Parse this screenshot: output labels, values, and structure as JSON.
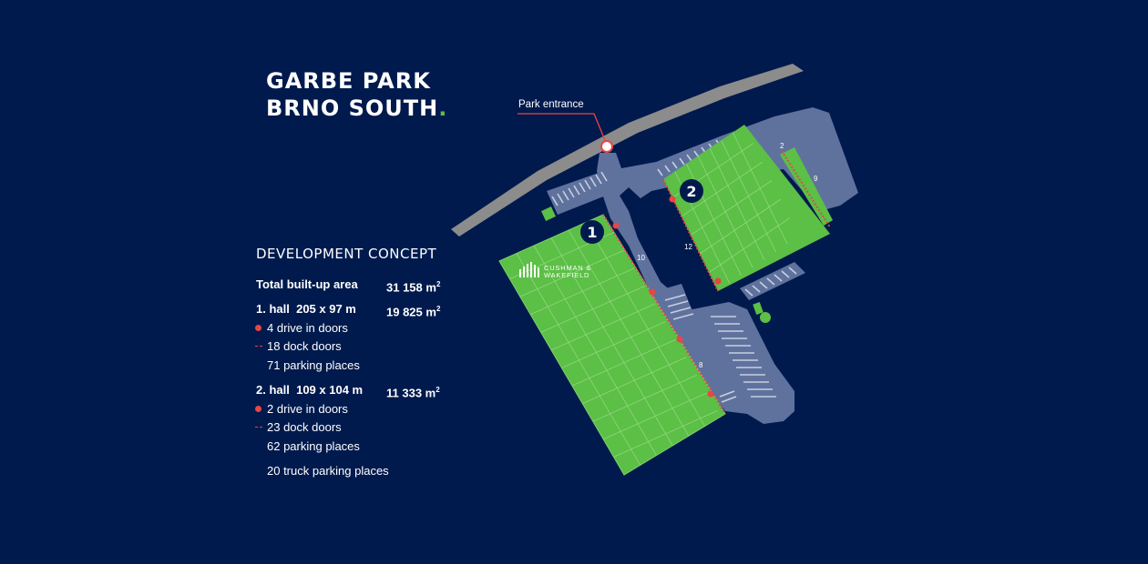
{
  "title": {
    "line1": "GARBE PARK",
    "line2": "BRNO SOUTH",
    "accent": "."
  },
  "concept": {
    "heading": "DEVELOPMENT CONCEPT",
    "total_label": "Total built-up area",
    "total_value": "31 158 m",
    "unit_sup": "2",
    "hall1": {
      "label": "1. hall",
      "dims": "205 x 97 m",
      "area": "19 825 m",
      "drive_in": "4 drive in doors",
      "dock": "18 dock doors",
      "parking": "71 parking places"
    },
    "hall2": {
      "label": "2. hall",
      "dims": "109 x 104 m",
      "area": "11 333 m",
      "drive_in": "2 drive in doors",
      "dock": "23 dock doors",
      "parking": "62 parking places"
    },
    "truck_parking": "20 truck parking places"
  },
  "map": {
    "entrance_label": "Park entrance",
    "hall1_number": "1",
    "hall2_number": "2",
    "dock_labels": [
      "2",
      "9",
      "10",
      "12",
      "8"
    ],
    "logo_line1": "CUSHMAN &",
    "logo_line2": "WAKEFIELD"
  },
  "colors": {
    "background": "#001a4d",
    "building": "#5cbf46",
    "road": "#5f729e",
    "highway": "#8c8c8c",
    "door": "#e84545",
    "accent": "#5cbf46"
  }
}
